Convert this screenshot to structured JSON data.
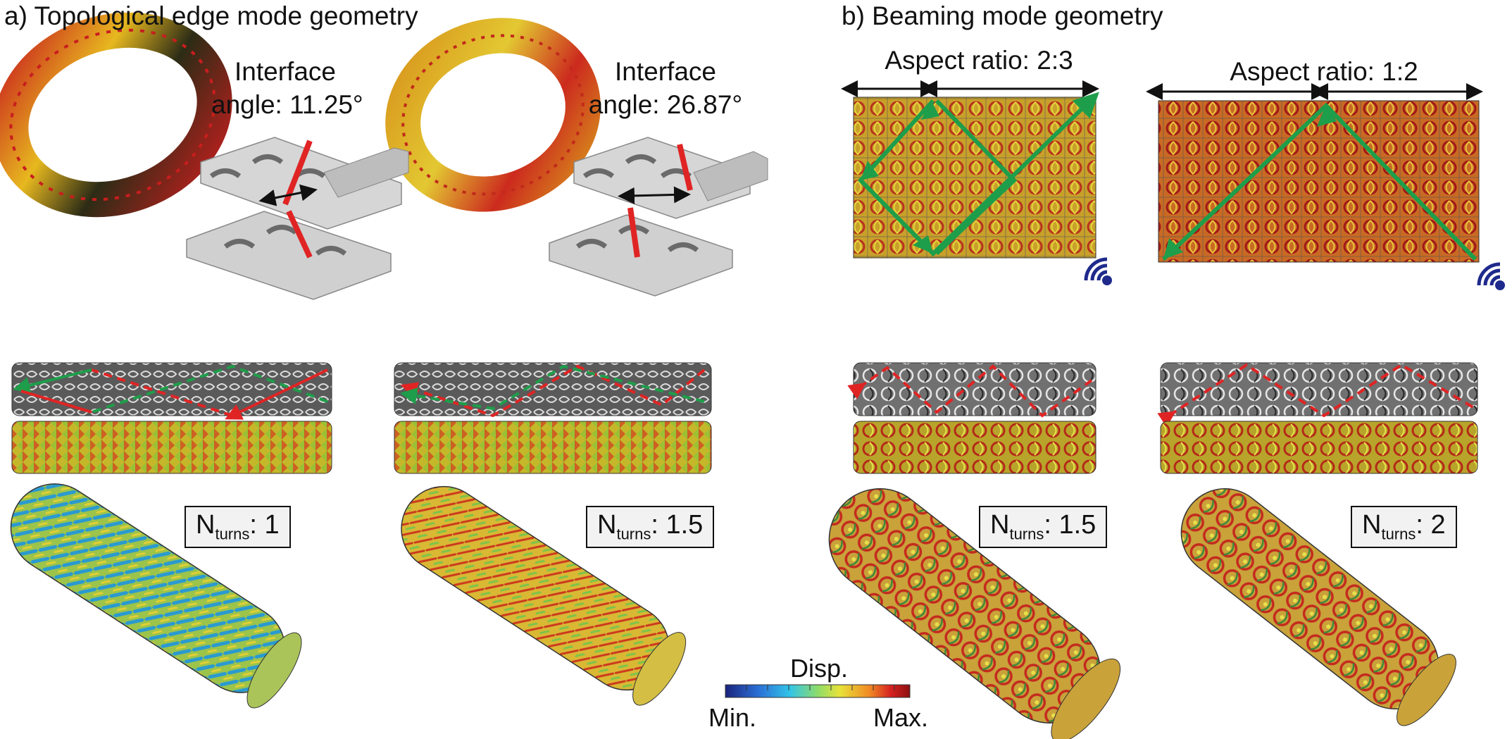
{
  "panel_a": {
    "title": "a) Topological edge mode geometry",
    "interface_1": {
      "line1": "Interface",
      "line2": "angle: 11.25°"
    },
    "interface_2": {
      "line1": "Interface",
      "line2": "angle: 26.87°"
    },
    "turns_1": {
      "n": "N",
      "sub": "turns",
      "value": ": 1"
    },
    "turns_2": {
      "n": "N",
      "sub": "turns",
      "value": ": 1.5"
    }
  },
  "panel_b": {
    "title": "b) Beaming mode geometry",
    "aspect_1": "Aspect ratio: 2:3",
    "aspect_2": "Aspect ratio: 1:2",
    "turns_1": {
      "n": "N",
      "sub": "turns",
      "value": ": 1.5"
    },
    "turns_2": {
      "n": "N",
      "sub": "turns",
      "value": ": 2"
    }
  },
  "colorbar": {
    "title": "Disp.",
    "min": "Min.",
    "max": "Max.",
    "colors": [
      "#1a237e",
      "#2b6fd6",
      "#33c4e8",
      "#8ddc6a",
      "#e8e23a",
      "#f08a24",
      "#d42020",
      "#8b1010"
    ]
  },
  "colors": {
    "arrow_green": "#1e9e4a",
    "arrow_red": "#e02424",
    "interface_red": "#e02424",
    "wifi_blue": "#1f2a8c"
  }
}
